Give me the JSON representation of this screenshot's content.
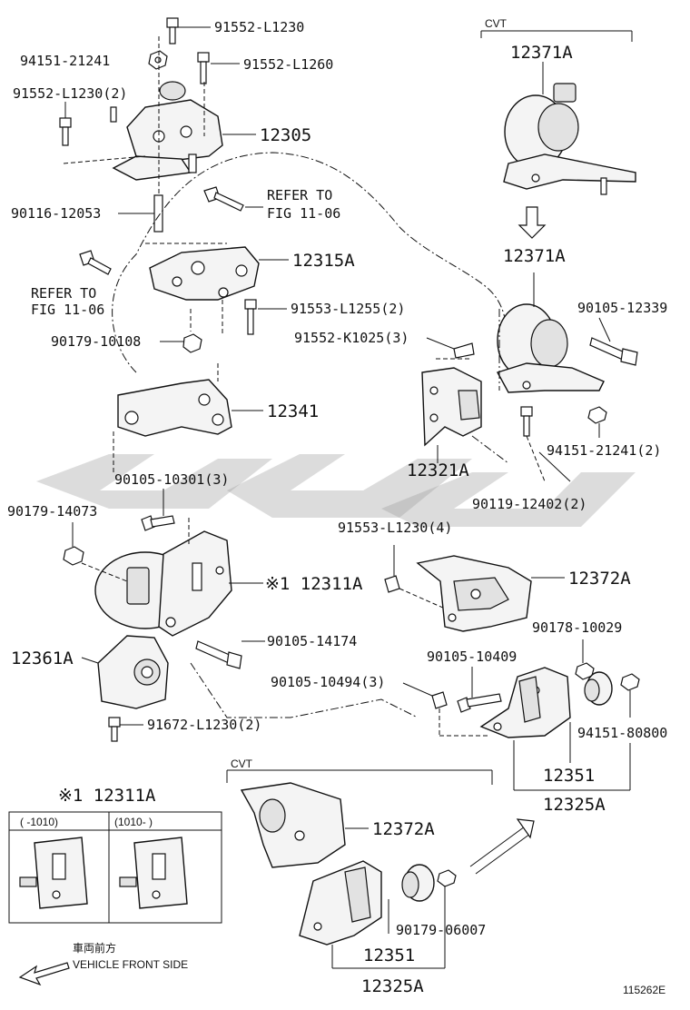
{
  "labels": {
    "l_91552_L1230": "91552-L1230",
    "l_94151_21241": "94151-21241",
    "l_91552_L1260": "91552-L1260",
    "l_91552_L1230_2": "91552-L1230(2)",
    "l_12305": "12305",
    "l_90116_12053": "90116-12053",
    "l_refer1_a": "REFER TO",
    "l_refer1_b": "FIG 11-06",
    "l_12315A": "12315A",
    "l_refer2_a": "REFER TO",
    "l_refer2_b": "FIG 11-06",
    "l_91553_L1255_2": "91553-L1255(2)",
    "l_90179_10108": "90179-10108",
    "l_12341": "12341",
    "l_90105_10301_3": "90105-10301(3)",
    "l_90179_14073": "90179-14073",
    "l_12311A": "※1 12311A",
    "l_90105_14174": "90105-14174",
    "l_12361A": "12361A",
    "l_91672_L1230_2": "91672-L1230(2)",
    "l_cvt_top": "CVT",
    "l_12371A_top": "12371A",
    "l_12371A_mid": "12371A",
    "l_90105_12339": "90105-12339",
    "l_91552_K1025_3": "91552-K1025(3)",
    "l_94151_21241_2": "94151-21241(2)",
    "l_12321A": "12321A",
    "l_90119_12402_2": "90119-12402(2)",
    "l_91553_L1230_4": "91553-L1230(4)",
    "l_12372A": "12372A",
    "l_90178_10029": "90178-10029",
    "l_90105_10409": "90105-10409",
    "l_90105_10494_3": "90105-10494(3)",
    "l_94151_80800": "94151-80800",
    "l_12351": "12351",
    "l_12325A": "12325A",
    "l_inset_title": "※1 12311A",
    "l_inset_col1": "(     -1010)",
    "l_inset_col2": "(1010-     )",
    "l_cvt_bottom": "CVT",
    "l_12372A_b": "12372A",
    "l_90179_06007": "90179-06007",
    "l_12351_b": "12351",
    "l_12325A_b": "12325A",
    "l_front_jp": "車両前方",
    "l_front_en": "VEHICLE FRONT SIDE",
    "l_figno": "115262E"
  },
  "colors": {
    "ink": "#111111",
    "watermark": "#9a9a9a",
    "background": "#ffffff"
  }
}
